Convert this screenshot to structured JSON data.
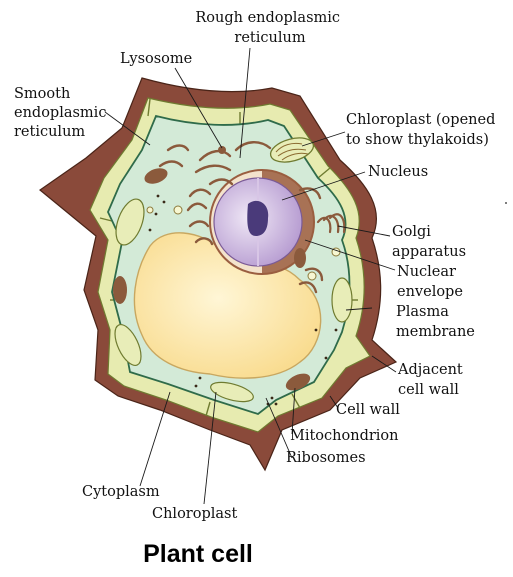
{
  "title": "Plant cell",
  "labels": {
    "rough_er": [
      "Rough endoplasmic",
      "reticulum"
    ],
    "lysosome": "Lysosome",
    "smooth_er": [
      "Smooth",
      "endoplasmic",
      "reticulum"
    ],
    "chloroplast_open": [
      "Chloroplast (opened",
      "to show thylakoids)"
    ],
    "nucleus": "Nucleus",
    "golgi": [
      "Golgi",
      "apparatus"
    ],
    "nuclear_envelope": [
      "Nuclear",
      "envelope"
    ],
    "plasma_membrane": [
      "Plasma",
      "membrane"
    ],
    "adjacent_wall": [
      "Adjacent",
      "cell wall"
    ],
    "cell_wall": "Cell wall",
    "mitochondrion": "Mitochondrion",
    "ribosomes": "Ribosomes",
    "cytoplasm": "Cytoplasm",
    "chloroplast": "Chloroplast"
  },
  "colors": {
    "adjacent_wall": "#8a4a3a",
    "cell_wall": "#e7ebb0",
    "cytoplasm": "#d3ead7",
    "vacuole": "#fde8a8",
    "nucleus": "#c9b3de",
    "nuclear_envelope": "#9a5e40",
    "organelle": "#8b5a3c",
    "chloroplast": "#e8edb8"
  }
}
